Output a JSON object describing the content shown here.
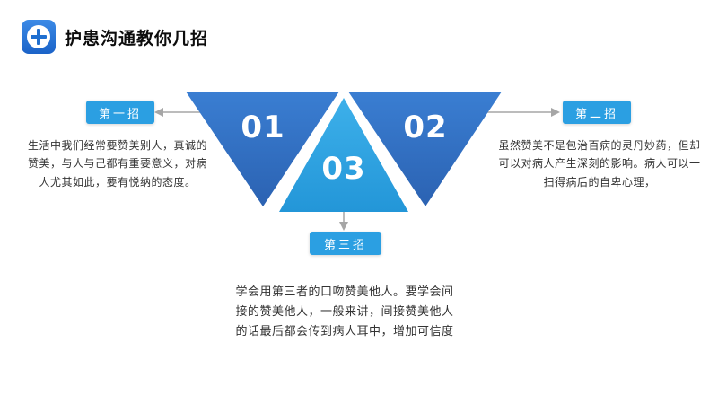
{
  "header": {
    "title": "护患沟通教你几招",
    "icon": "medical-cross-icon"
  },
  "tips": {
    "first": {
      "number": "01",
      "badge_label": "第一招",
      "description": "生活中我们经常要赞美别人，真诚的赞美，与人与己都有重要意义，对病人尤其如此，要有悦纳的态度。"
    },
    "second": {
      "number": "02",
      "badge_label": "第二招",
      "description": "虽然赞美不是包治百病的灵丹妙药，但却可以对病人产生深刻的影响。病人可以一扫得病后的自卑心理，"
    },
    "third": {
      "number": "03",
      "badge_label": "第三招",
      "description": "学会用第三者的口吻赞美他人。要学会间接的赞美他人，一般来讲，间接赞美他人的话最后都会传到病人耳中，增加可信度"
    }
  },
  "colors": {
    "dark_triangle_top": "#3a7ed2",
    "dark_triangle_bottom": "#2b62b2",
    "light_triangle": "#31a5e3",
    "badge": "#2b9fe2",
    "logo": "#1f6fd0",
    "connector": "#a6a6a6",
    "body_text": "#333333"
  }
}
